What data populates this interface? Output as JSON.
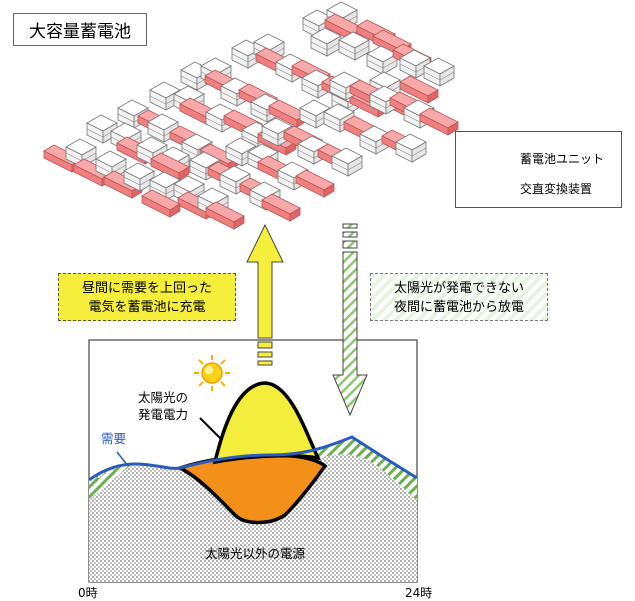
{
  "title": "大容量蓄電池",
  "legend": {
    "battery_unit": "蓄電池ユニット",
    "inverter": "交直変換装置"
  },
  "callouts": {
    "charge_line1": "昼間に需要を上回った",
    "charge_line2": "電気を蓄電池に充電",
    "discharge_line1": "太陽光が発電できない",
    "discharge_line2": "夜間に蓄電池から放電"
  },
  "chart": {
    "demand_label": "需要",
    "solar_label_line1": "太陽光の",
    "solar_label_line2": "発電電力",
    "other_source_label": "太陽光以外の電源",
    "x_start": "0時",
    "x_end": "24時"
  },
  "colors": {
    "inverter_red": "#f08080",
    "solar_yellow": "#f3ee3c",
    "battery_orange": "#f39019",
    "demand_blue": "#2a5bbd",
    "discharge_green": "#6ab04c"
  },
  "icons": [
    "sun-icon",
    "up-arrow-icon",
    "down-arrow-icon"
  ]
}
